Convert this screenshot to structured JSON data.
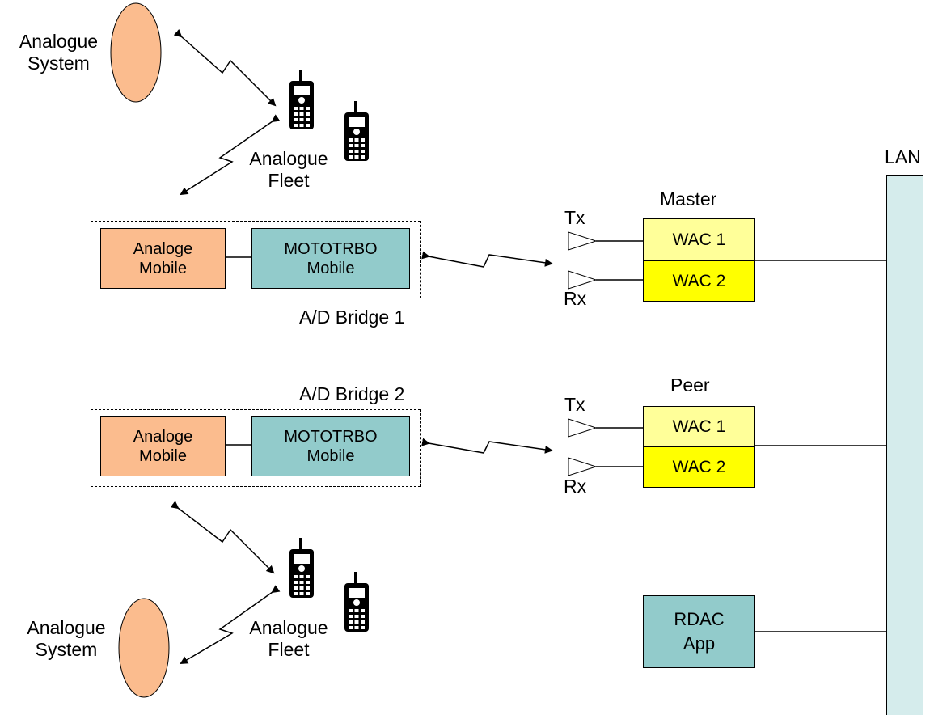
{
  "top": {
    "system_label": [
      "Analogue",
      "System"
    ],
    "fleet_label": [
      "Analogue",
      "Fleet"
    ]
  },
  "bottom": {
    "system_label": [
      "Analogue",
      "System"
    ],
    "fleet_label": [
      "Analogue",
      "Fleet"
    ]
  },
  "bridge1": {
    "title": "A/D Bridge 1",
    "analog_mobile": [
      "Analoge",
      "Mobile"
    ],
    "mototrbo_mobile": [
      "MOTOTRBO",
      "Mobile"
    ]
  },
  "bridge2": {
    "title": "A/D Bridge 2",
    "analog_mobile": [
      "Analoge",
      "Mobile"
    ],
    "mototrbo_mobile": [
      "MOTOTRBO",
      "Mobile"
    ]
  },
  "master": {
    "title": "Master",
    "tx": "Tx",
    "rx": "Rx",
    "wac1": "WAC 1",
    "wac2": "WAC 2"
  },
  "peer": {
    "title": "Peer",
    "tx": "Tx",
    "rx": "Rx",
    "wac1": "WAC 1",
    "wac2": "WAC 2"
  },
  "rdac": [
    "RDAC",
    "App"
  ],
  "lan_label": "LAN",
  "colors": {
    "analog_mobile": "#fbbc8e",
    "mototrbo_mobile": "#92cbcb",
    "wac1": "#ffff99",
    "wac2": "#ffff00",
    "lan_bar": "#d5ecec",
    "analogue_system": "#fbbc8e"
  }
}
